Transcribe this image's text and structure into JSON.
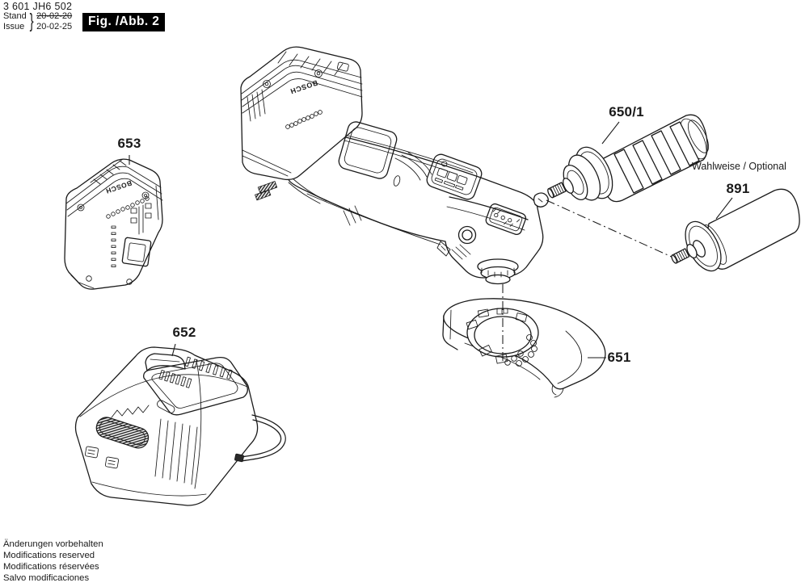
{
  "header": {
    "part_number": "3 601 JH6 502",
    "revision": {
      "stand_label": "Stand",
      "issue_label": "Issue",
      "brace": "}",
      "stand_date": "20-02-20",
      "issue_date": "20-02-25"
    },
    "figure_label": "Fig. /Abb. 2"
  },
  "drawing": {
    "brand": "BOSCH",
    "optional_note": "Wahlweise / Optional",
    "part_labels": {
      "battery": "653",
      "charger": "652",
      "vibration_handle": "650/1",
      "standard_handle": "891",
      "wheel_guard": "651"
    }
  },
  "footer": {
    "lines": [
      "Änderungen vorbehalten",
      "Modifications reserved",
      "Modifications réservées",
      "Salvo modificaciones"
    ]
  },
  "colors": {
    "ink": "#1a1a1a",
    "background": "#ffffff",
    "figure_box_bg": "#000000",
    "figure_box_text": "#ffffff"
  }
}
